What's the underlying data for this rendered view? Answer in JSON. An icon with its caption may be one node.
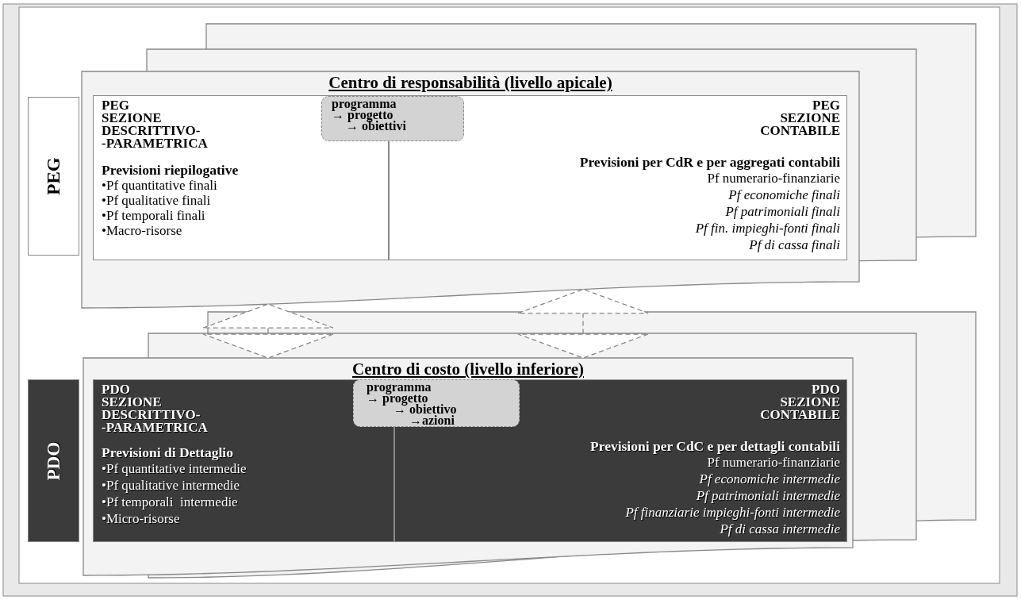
{
  "diagram": {
    "nodes": [
      {
        "text": [
          "PEG"
        ]
      },
      {
        "text": [
          "Centro di responsabilità (livello apicale)"
        ]
      },
      {
        "text": [
          "PEG SEZIONE DESCRITTIVO- -PARAMETRICA",
          "Previsioni riepilogative",
          "•Pf quantitative finali",
          "•Pf qualitative finali",
          "•Pf temporali finali",
          "•Macro-risorse"
        ],
        "in": 1
      },
      {
        "text": [
          "PEG SEZIONE CONTABILE",
          "Previsioni per CdR e per aggregati contabili",
          "Pf numerario-finanziarie",
          "Pf economiche finali",
          "Pf patrimoniali finali",
          "Pf fin. impieghi-fonti finali",
          "Pf di cassa finali"
        ],
        "in": 1
      },
      {
        "text": [
          "programma",
          "→ progetto",
          "→ obiettivi"
        ],
        "in": 1
      },
      {
        "text": [
          "PDO"
        ]
      },
      {
        "text": [
          "Centro di costo (livello inferiore)"
        ]
      },
      {
        "text": [
          "PDO SEZIONE DESCRITTIVO- -PARAMETRICA",
          "Previsioni di Dettaglio",
          "•Pf quantitative intermedie",
          "•Pf qualitative intermedie",
          "•Pf temporali  intermedie",
          "•Micro-risorse"
        ],
        "in": 6
      },
      {
        "text": [
          "PDO SEZIONE CONTABILE",
          "Previsioni per CdC e per dettagli contabili",
          "Pf numerario-finanziarie",
          "Pf economiche intermedie",
          "Pf patrimoniali intermedie",
          "Pf finanziarie impieghi-fonti intermedie",
          "Pf di cassa intermedie"
        ],
        "in": 6
      },
      {
        "text": [
          "programma",
          "→ progetto",
          "→ obiettivo",
          "→azioni"
        ],
        "in": 6
      }
    ],
    "edges": [
      {
        "from": 1,
        "to": 6,
        "arrow": "both",
        "style": "dashed"
      },
      {
        "from": 1,
        "to": 6,
        "arrow": "both",
        "style": "dashed"
      }
    ]
  }
}
